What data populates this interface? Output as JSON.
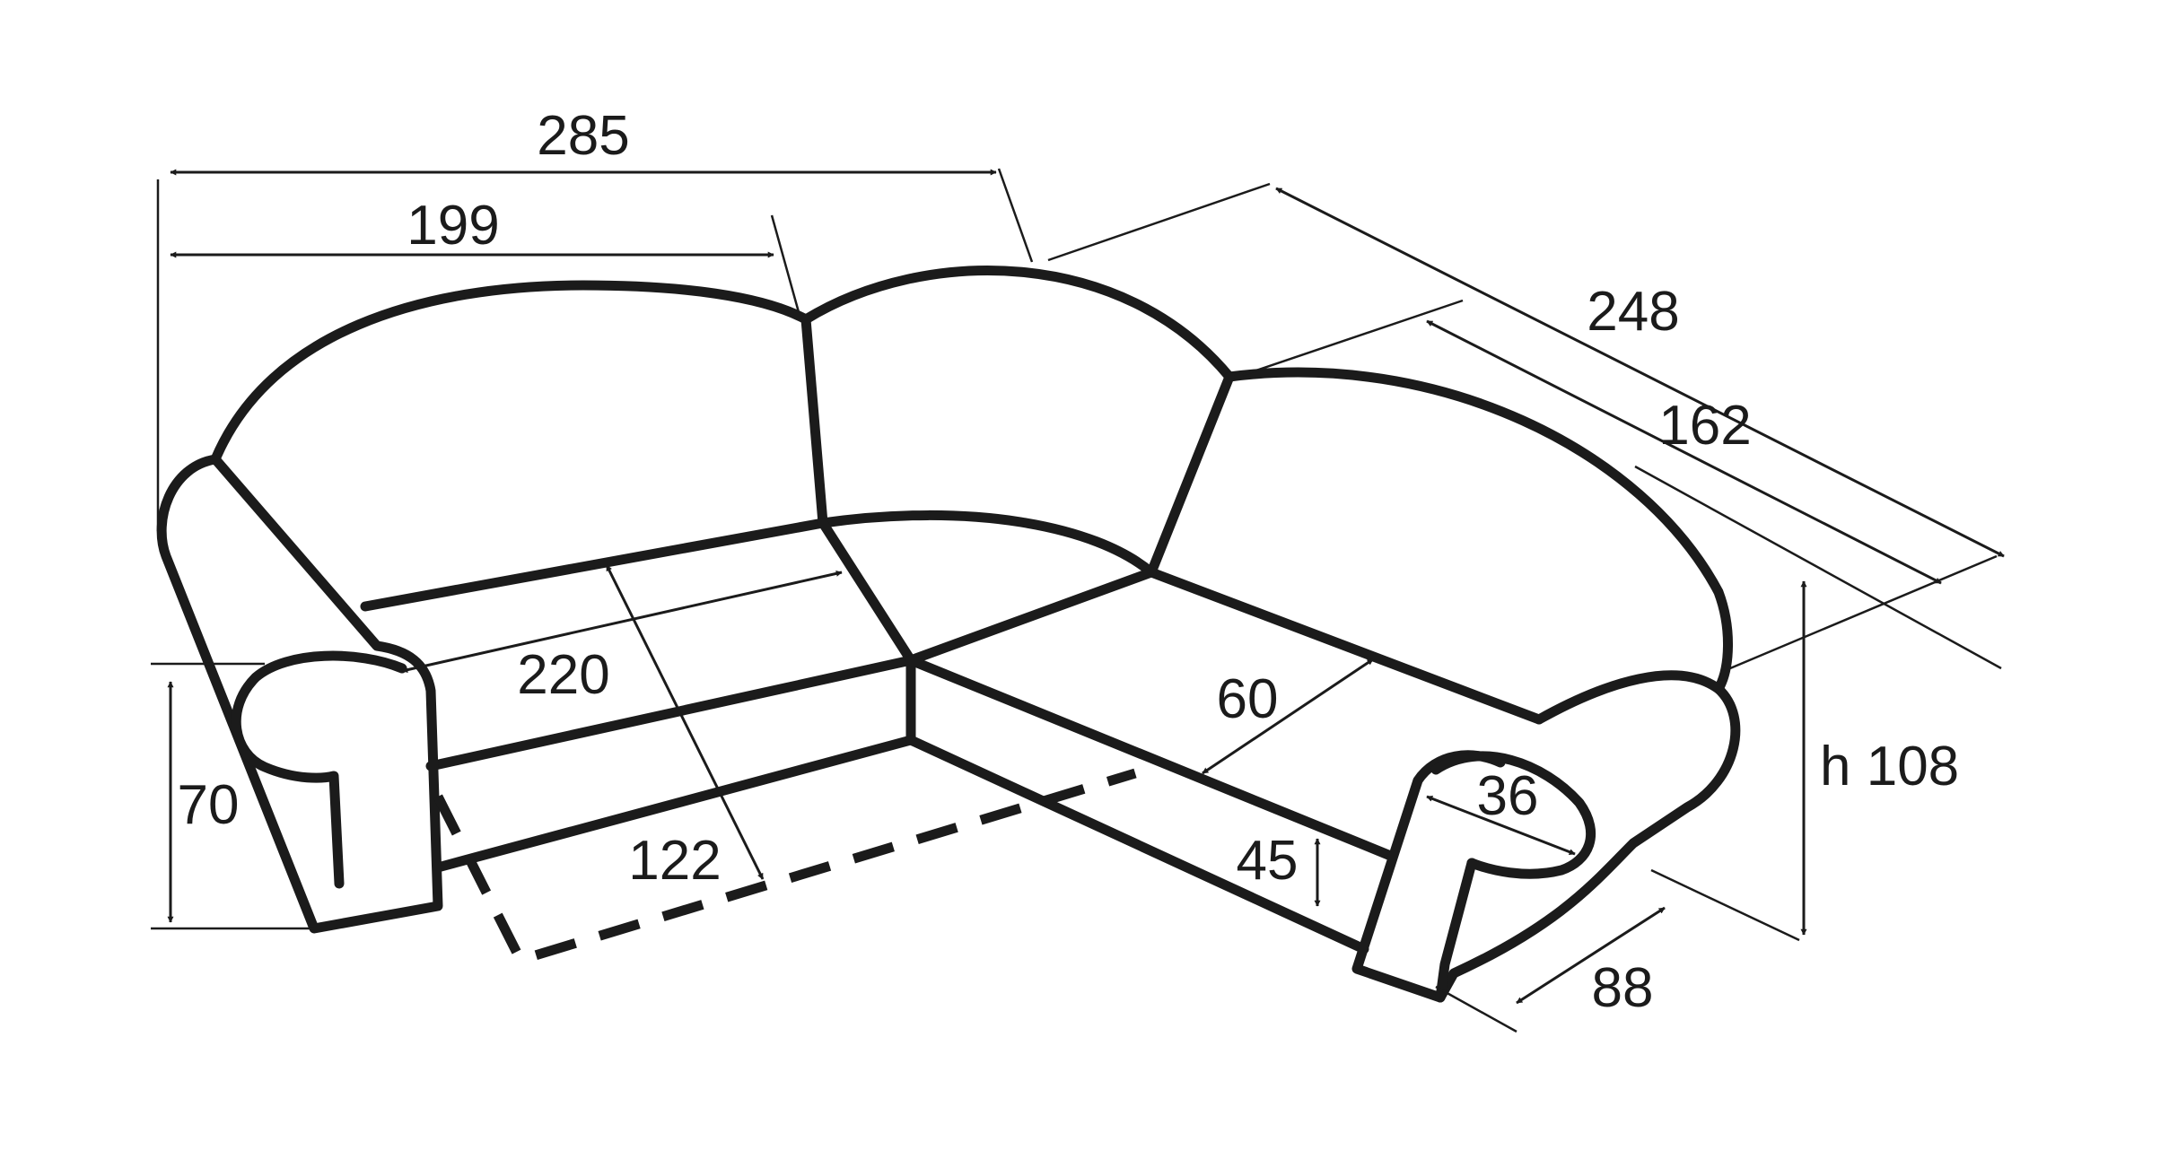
{
  "colors": {
    "line": "#1b1b1b",
    "background": "#ffffff"
  },
  "dimensions": {
    "total_width": "285",
    "seat_width": "199",
    "total_depth": "248",
    "side_depth": "162",
    "berth_length": "220",
    "berth_width": "122",
    "seat_depth": "60",
    "seat_height": "45",
    "armrest_width": "36",
    "armrest_height": "70",
    "depth": "88",
    "total_height": "h 108"
  }
}
